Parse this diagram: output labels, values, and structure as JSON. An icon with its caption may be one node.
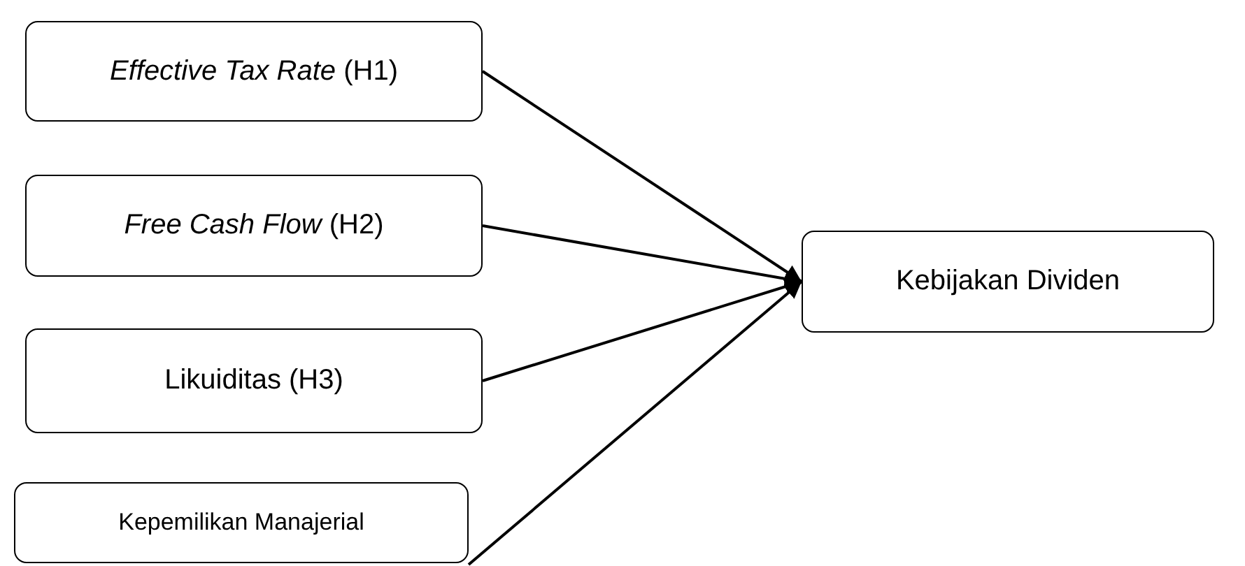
{
  "diagram": {
    "nodes": [
      {
        "text": [
          "*Effective Tax Rate* (H1)"
        ]
      },
      {
        "text": [
          "*Free Cash Flow* (H2)"
        ]
      },
      {
        "text": [
          "Likuiditas (H3)"
        ]
      },
      {
        "text": [
          "Kepemilikan Manajerial"
        ]
      },
      {
        "text": [
          "Kebijakan Dividen"
        ]
      }
    ],
    "edges": [
      {
        "from": 0,
        "to": 4,
        "arrow": "to"
      },
      {
        "from": 1,
        "to": 4,
        "arrow": "to"
      },
      {
        "from": 2,
        "to": 4,
        "arrow": "to"
      },
      {
        "from": 3,
        "to": 4,
        "arrow": "to"
      }
    ]
  }
}
